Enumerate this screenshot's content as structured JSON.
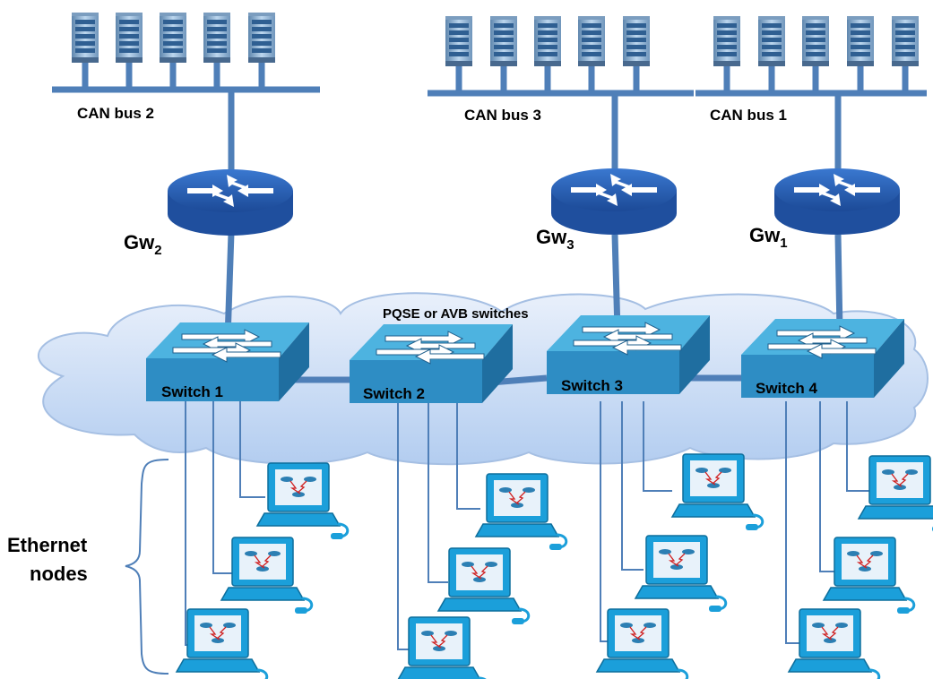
{
  "buses": [
    {
      "label": "CAN bus 2"
    },
    {
      "label": "CAN bus 3"
    },
    {
      "label": "CAN bus 1"
    }
  ],
  "gateways": [
    {
      "base": "Gw",
      "sub": "2"
    },
    {
      "base": "Gw",
      "sub": "3"
    },
    {
      "base": "Gw",
      "sub": "1"
    }
  ],
  "cloud_label": "PQSE or AVB switches",
  "switches": [
    {
      "label": "Switch 1"
    },
    {
      "label": "Switch 2"
    },
    {
      "label": "Switch 3"
    },
    {
      "label": "Switch 4"
    }
  ],
  "ethernet_label": {
    "line1": "Ethernet",
    "line2": "nodes"
  },
  "colors": {
    "bus": "#4f7fb8",
    "server": "#8fb4d6",
    "router": "#2b62b8",
    "switch_front": "#2e8dc4",
    "switch_top": "#4fb3df",
    "cloud": "#c3d7f2",
    "computer": "#1aa0dc"
  }
}
